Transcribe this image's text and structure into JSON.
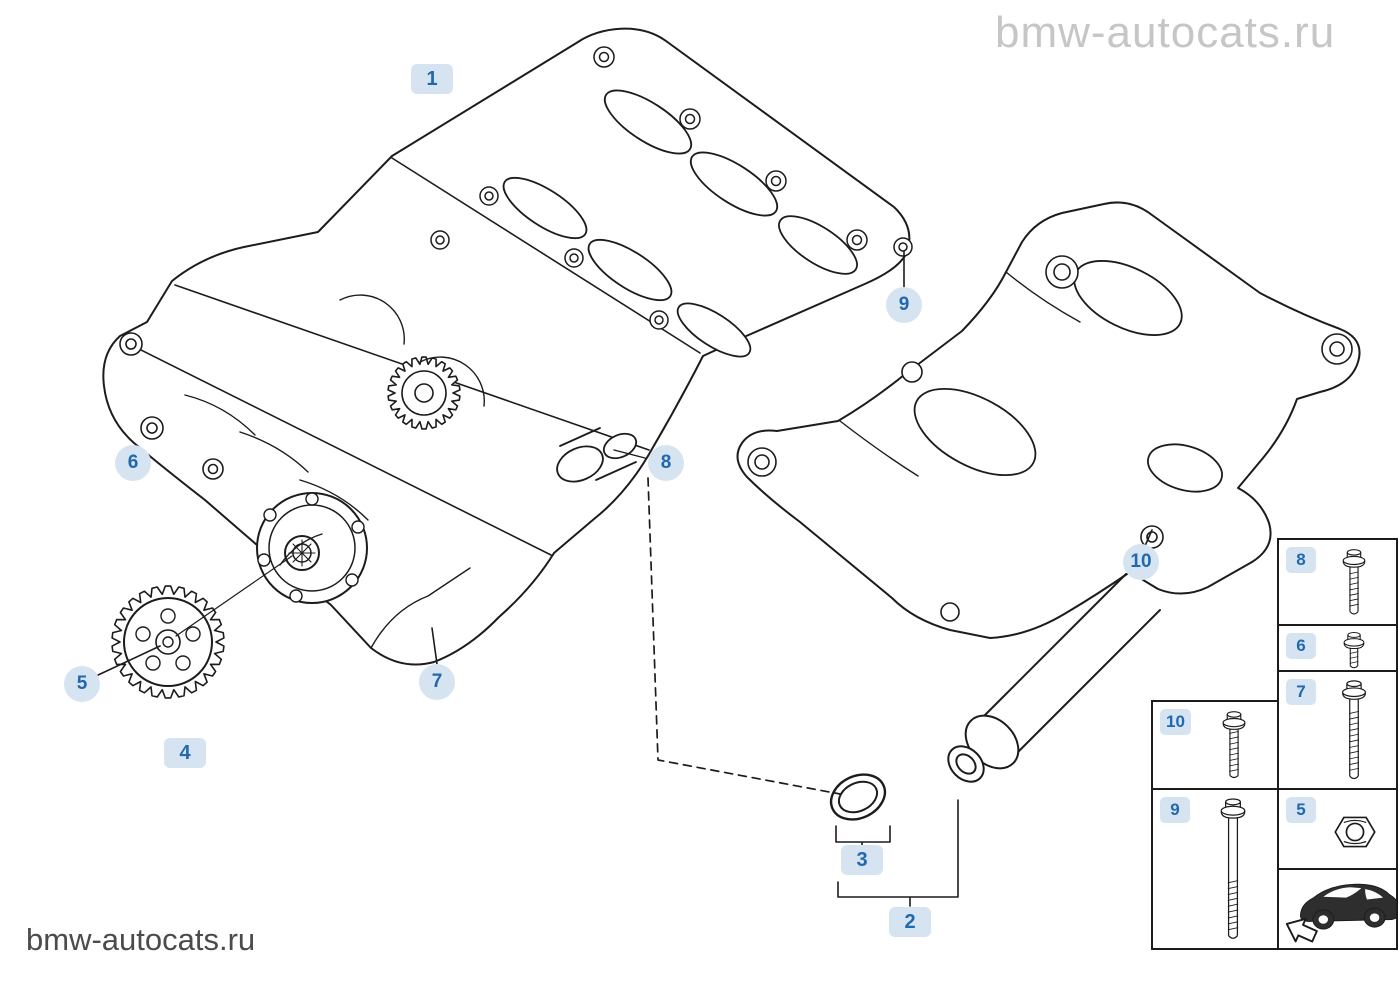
{
  "watermarks": {
    "top": "bmw-autocats.ru",
    "bottom": "bmw-autocats.ru"
  },
  "callouts": [
    {
      "label": "1"
    },
    {
      "label": "2"
    },
    {
      "label": "3"
    },
    {
      "label": "4"
    },
    {
      "label": "5"
    },
    {
      "label": "6"
    },
    {
      "label": "7"
    },
    {
      "label": "8"
    },
    {
      "label": "9"
    },
    {
      "label": "10"
    }
  ],
  "parts_panel": {
    "cells": [
      {
        "label": "8",
        "icon": "flange-bolt-icon"
      },
      {
        "label": "6",
        "icon": "flange-bolt-icon"
      },
      {
        "label": "7",
        "icon": "long-bolt-icon"
      },
      {
        "label": "10",
        "icon": "threaded-bolt-icon"
      },
      {
        "label": "9",
        "icon": "long-bolt-icon"
      },
      {
        "label": "5",
        "icon": "hex-nut-icon"
      }
    ],
    "footer_icon": "car-icon"
  },
  "diagram_parts": [
    "balance-shaft-unit",
    "pipe-assembly",
    "o-ring",
    "sprocket",
    "bolt",
    "bolt",
    "bolt",
    "bolt",
    "bolt",
    "mounting-bracket"
  ],
  "colors": {
    "badge_bg": "#d6e4f2",
    "badge_text": "#2268ae",
    "line": "#1c1c1c",
    "watermark_top": "#c6c6c6",
    "watermark_bottom": "#4b4b4b"
  }
}
